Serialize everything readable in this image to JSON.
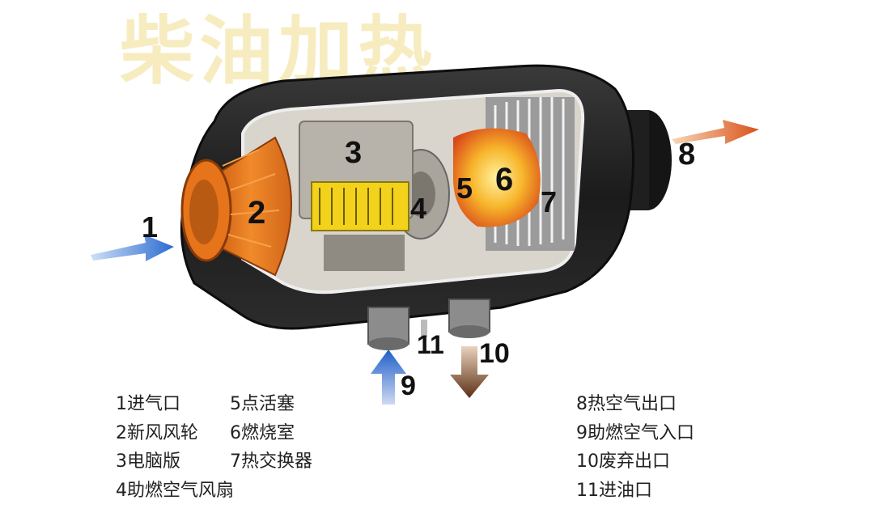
{
  "title": "柴油加热",
  "callouts": {
    "n1": "1",
    "n2": "2",
    "n3": "3",
    "n4": "4",
    "n5": "5",
    "n6": "6",
    "n7": "7",
    "n8": "8",
    "n9": "9",
    "n10": "10",
    "n11": "11"
  },
  "legend": {
    "col1": [
      "1进气口",
      "2新风风轮",
      "3电脑版",
      "4助燃空气风扇"
    ],
    "col2": [
      "5点活塞",
      "6燃烧室",
      "7热交换器"
    ],
    "col3": [
      "8热空气出口",
      "9助燃空气入口",
      "10废弃出口",
      "11进油口"
    ]
  },
  "colors": {
    "housing": "#1e1e1e",
    "fan_orange": "#e8731a",
    "board_yellow": "#f2d21a",
    "flame": "#f4a11e",
    "arrow_blue": "#2a6bd1",
    "arrow_hot": "#d9621f",
    "arrow_brown": "#6b3a1e"
  }
}
